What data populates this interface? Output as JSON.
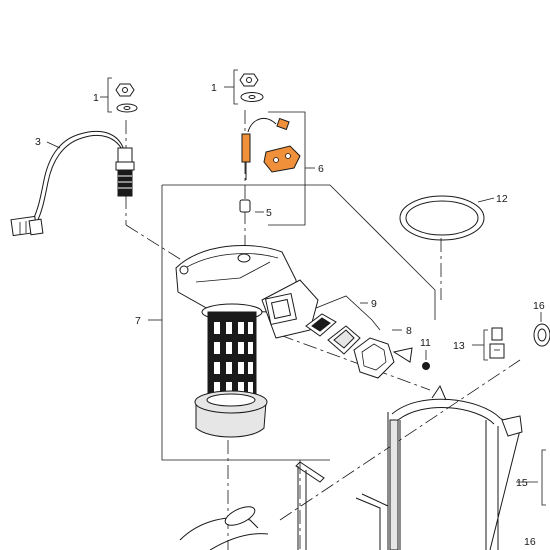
{
  "diagram": {
    "callouts": {
      "c1_left": "1",
      "c1_right": "1",
      "c3": "3",
      "c5": "5",
      "c6": "6",
      "c7": "7",
      "c8": "8",
      "c9": "9",
      "c11": "11",
      "c12": "12",
      "c13": "13",
      "c15": "15",
      "c16_top": "16",
      "c16_bottom": "16"
    },
    "colors": {
      "line": "#1a1a1a",
      "highlight": "#f0903a",
      "fill_light": "#e6e6e6"
    }
  }
}
